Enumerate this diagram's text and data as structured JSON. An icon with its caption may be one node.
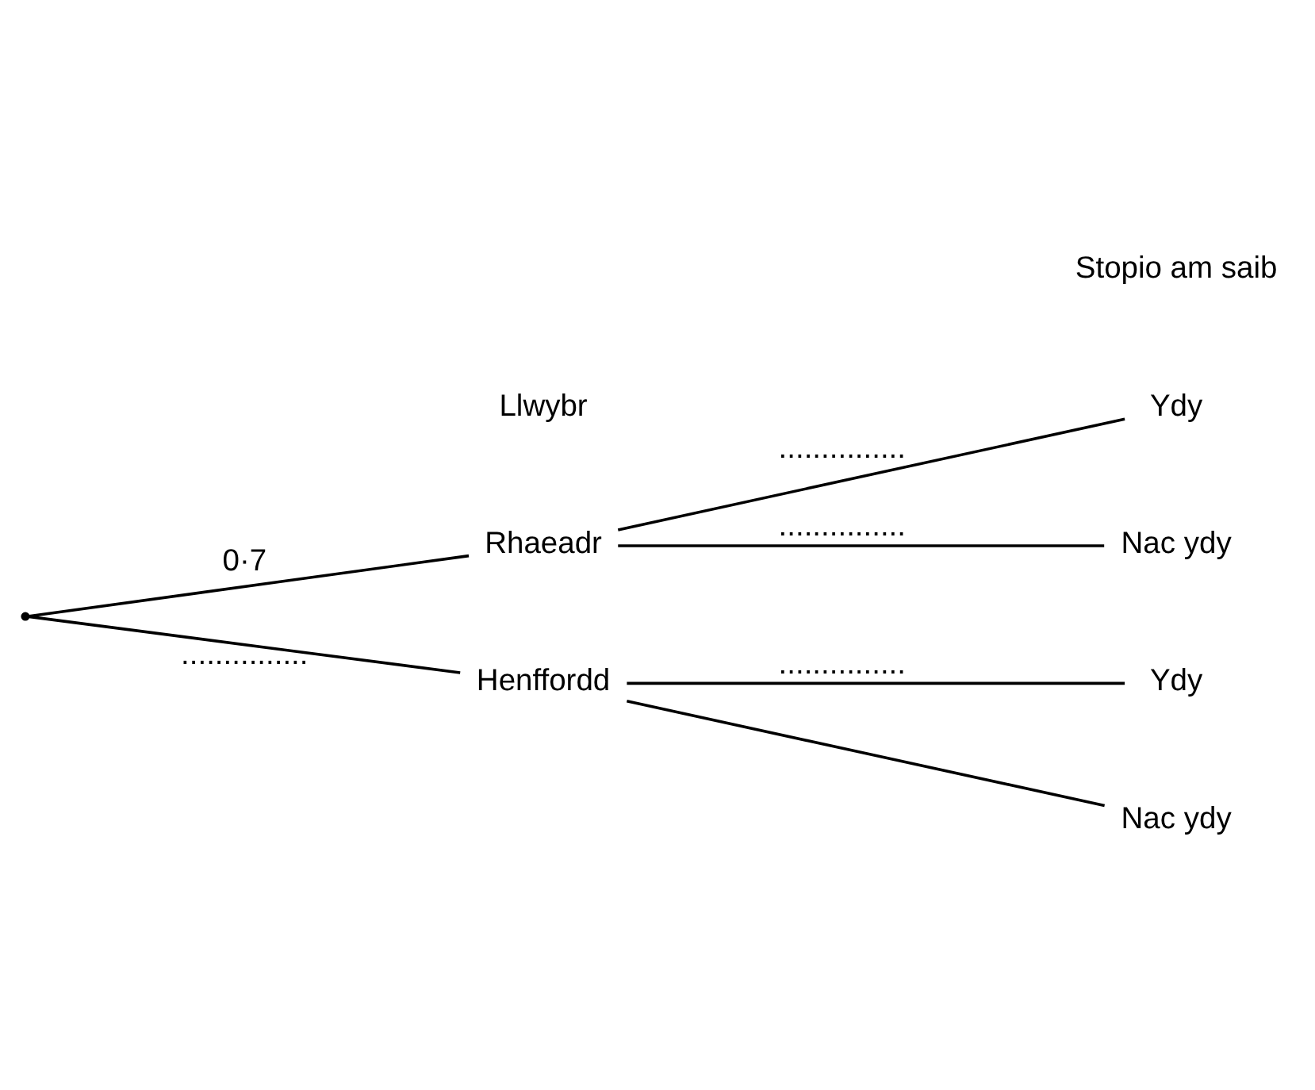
{
  "diagram": {
    "nodes": [
      {
        "text": [],
        "shape": "point"
      },
      {
        "text": [
          "Rhaeadr"
        ]
      },
      {
        "text": [
          "Henffordd"
        ]
      },
      {
        "text": [
          "Ydy"
        ]
      },
      {
        "text": [
          "Nac ydy"
        ]
      },
      {
        "text": [
          "Ydy"
        ]
      },
      {
        "text": [
          "Nac ydy"
        ]
      }
    ],
    "edges": [
      {
        "from": 0,
        "to": 1,
        "arrow": "none",
        "label": "0·7"
      },
      {
        "from": 0,
        "to": 2,
        "arrow": "none",
        "label": "..............."
      },
      {
        "from": 1,
        "to": 3,
        "arrow": "none",
        "label": "..............."
      },
      {
        "from": 1,
        "to": 4,
        "arrow": "none",
        "label": "..............."
      },
      {
        "from": 2,
        "to": 5,
        "arrow": "none",
        "label": "..............."
      },
      {
        "from": 2,
        "to": 6,
        "arrow": "none"
      }
    ],
    "labels": [
      "Llwybr",
      "Stopio am saib"
    ]
  }
}
